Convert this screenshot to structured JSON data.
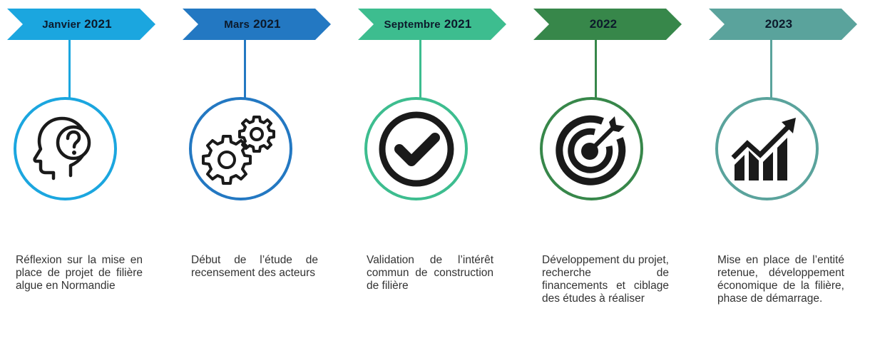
{
  "steps": [
    {
      "date_word": "Janvier",
      "date_year": "2021",
      "color": "#1ba6df",
      "icon": "head-question-icon",
      "description": "Réflexion sur la mise en place de projet de filière algue en Normandie"
    },
    {
      "date_word": "Mars",
      "date_year": "2021",
      "color": "#2378c2",
      "icon": "gears-icon",
      "description": "Début de l’étude de recensement des acteurs"
    },
    {
      "date_word": "Septembre",
      "date_year": "2021",
      "color": "#3dbd8f",
      "icon": "checkmark-icon",
      "description": "Validation de l’intérêt commun de construction de filière"
    },
    {
      "date_word": "",
      "date_year": "2022",
      "color": "#37874a",
      "icon": "target-icon",
      "description": "Développement du projet, recherche de financements et ciblage des études à réaliser"
    },
    {
      "date_word": "",
      "date_year": "2023",
      "color": "#5aa39c",
      "icon": "growth-chart-icon",
      "description": "Mise en place de l’entité retenue, développement économique de la filière, phase de démarrage."
    }
  ]
}
